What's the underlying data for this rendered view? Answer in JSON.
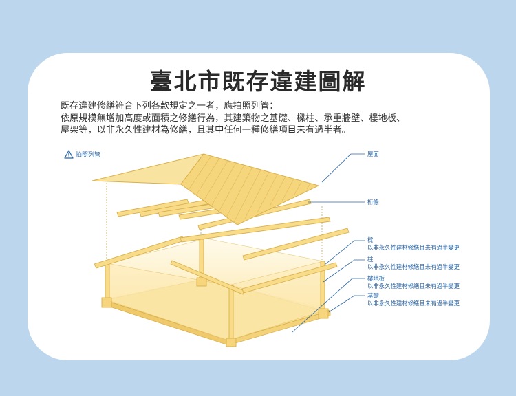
{
  "title": "臺北市既存違建圖解",
  "description": [
    "既存違建修繕符合下列各款規定之一者，應拍照列管：",
    "依原規模無增加高度或面積之修繕行為，其建築物之基礎、樑柱、承重牆壁、樓地板、",
    "屋架等，以非永久性建材為修繕，且其中任何一種修繕項目未有過半者。"
  ],
  "warning_label": "拍照列管",
  "labels": {
    "roof": "屋面",
    "purlin": "桁條",
    "beam": "樑",
    "column": "柱",
    "floor": "樓地板",
    "foundation": "基礎"
  },
  "label_note": "以非永久性建材修繕且未有過半變更",
  "colors": {
    "background": "#bcd6ee",
    "card": "#ffffff",
    "accent": "#2b67a6",
    "wood": "#f8dc8a",
    "wood_stroke": "#d9b04a",
    "floor_fill": "#fbe9b4"
  },
  "icons": [
    "warning-icon"
  ]
}
